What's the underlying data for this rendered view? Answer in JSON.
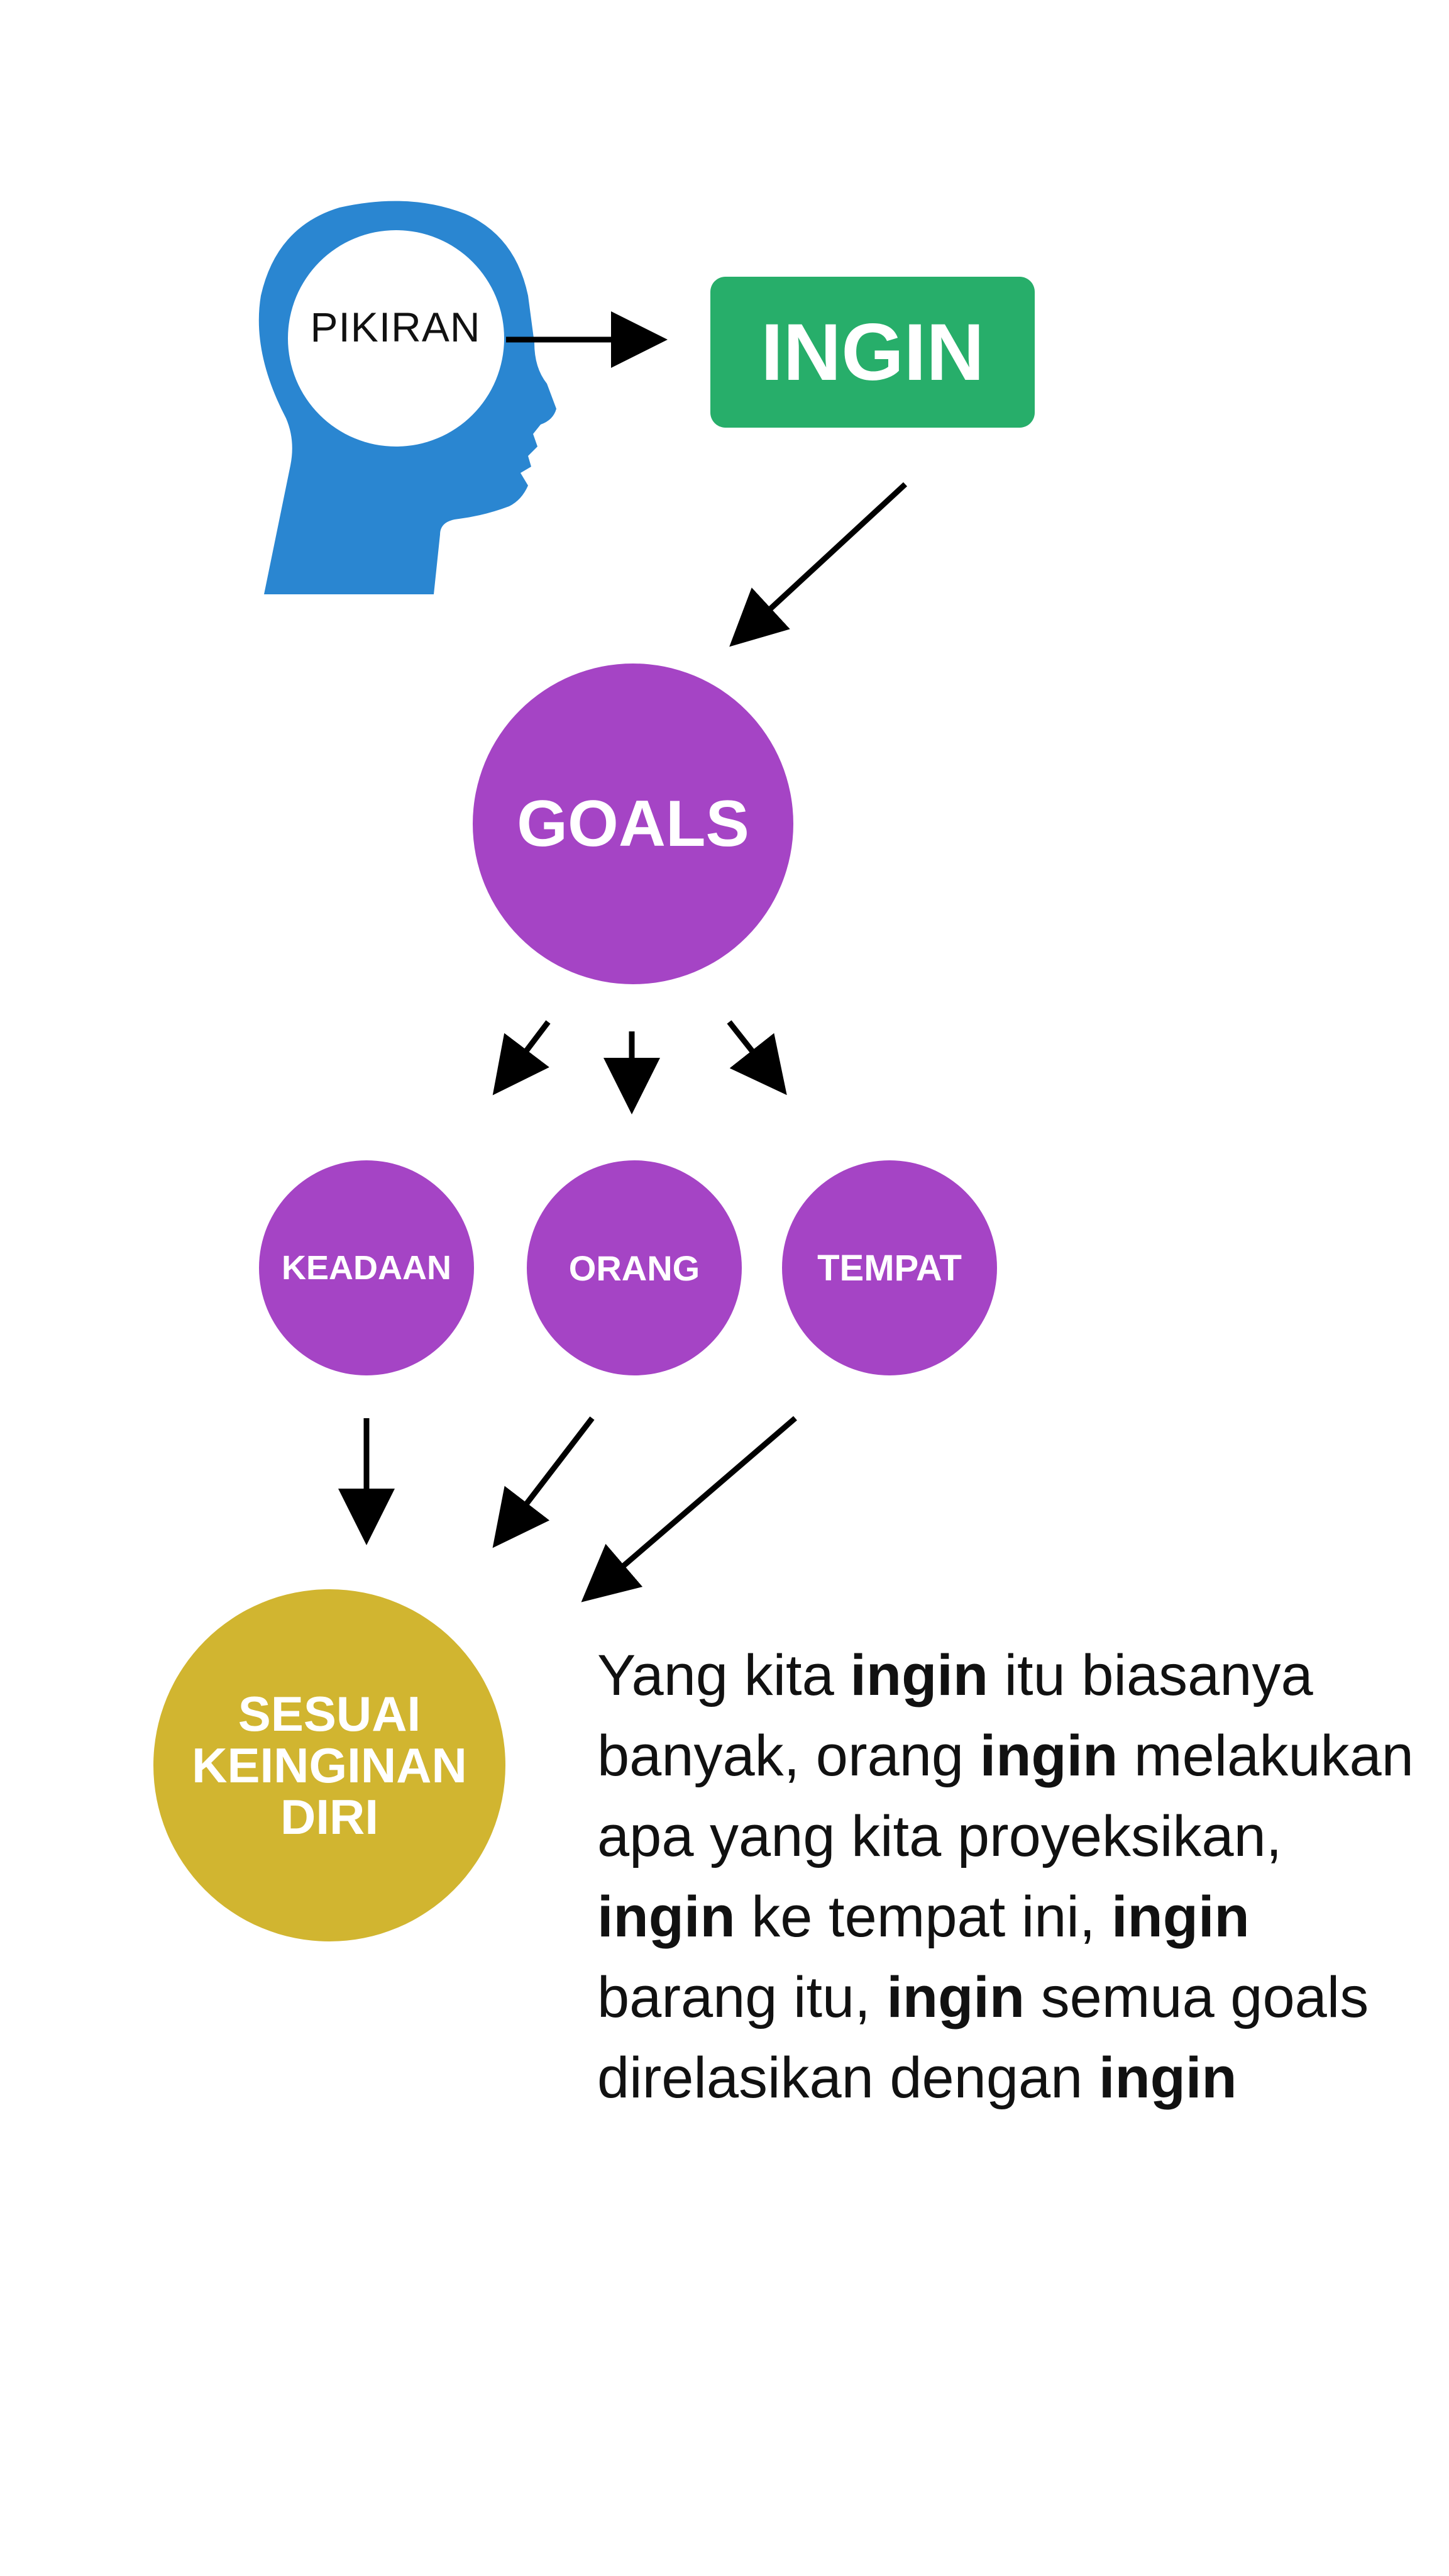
{
  "colors": {
    "head": "#2a86d1",
    "ingin_box": "#27ae6a",
    "goals_circles": "#a544c5",
    "sesuai_circle": "#d1b530",
    "arrows": "#000000",
    "text": "#111111"
  },
  "head": {
    "icon": "human-head-profile-icon",
    "label": "PIKIRAN"
  },
  "ingin": {
    "label": "INGIN"
  },
  "goals": {
    "label": "GOALS"
  },
  "branches": [
    {
      "label": "KEADAAN"
    },
    {
      "label": "ORANG"
    },
    {
      "label": "TEMPAT"
    }
  ],
  "result": {
    "line1": "SESUAI",
    "line2": "KEINGINAN",
    "line3": "DIRI"
  },
  "description": {
    "segments": [
      {
        "text": "Yang kita ",
        "bold": false
      },
      {
        "text": "ingin",
        "bold": true
      },
      {
        "text": " itu biasanya banyak, orang ",
        "bold": false
      },
      {
        "text": "ingin",
        "bold": true
      },
      {
        "text": " melakukan apa yang kita proyeksikan, ",
        "bold": false
      },
      {
        "text": "ingin",
        "bold": true
      },
      {
        "text": " ke tempat ini, ",
        "bold": false
      },
      {
        "text": "ingin",
        "bold": true
      },
      {
        "text": " barang itu, ",
        "bold": false
      },
      {
        "text": "ingin",
        "bold": true
      },
      {
        "text": " semua goals direlasikan dengan ",
        "bold": false
      },
      {
        "text": "ingin",
        "bold": true
      }
    ]
  }
}
